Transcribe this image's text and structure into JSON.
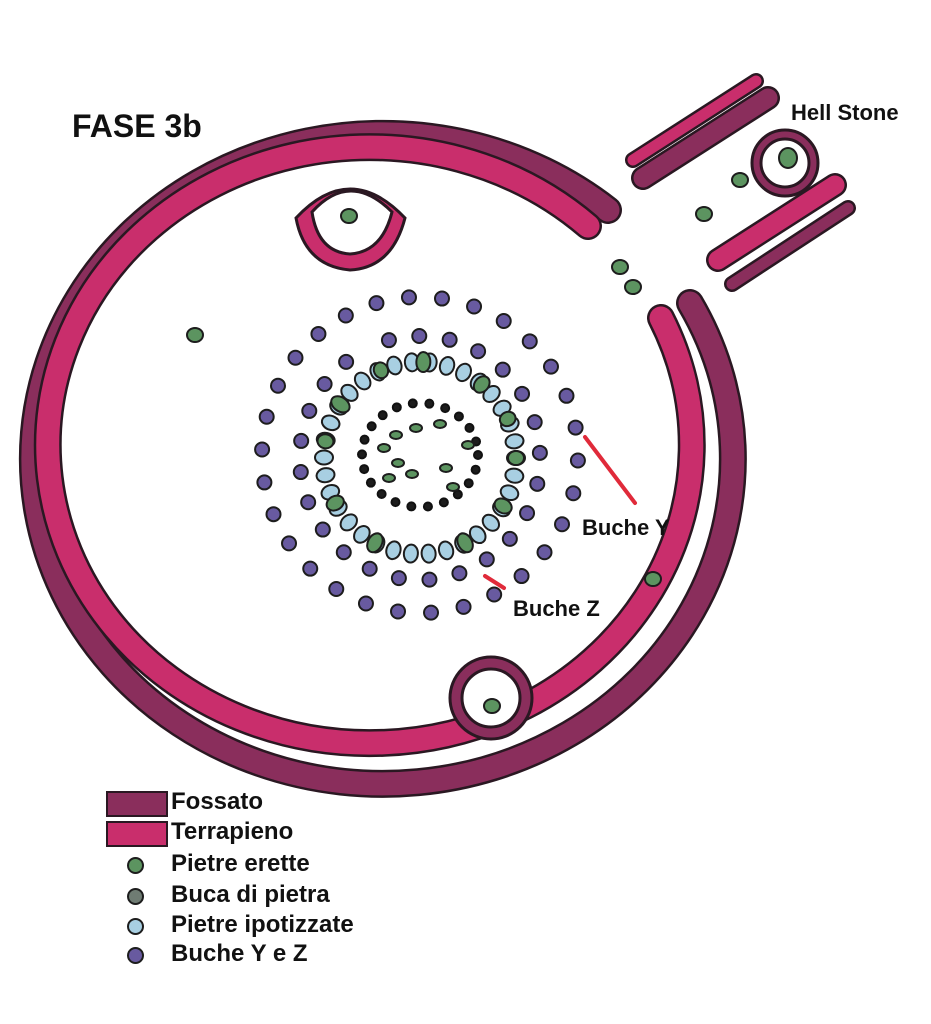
{
  "title": "FASE 3b",
  "labels": {
    "hell_stone": "Hell Stone",
    "buche_y": "Buche Y",
    "buche_z": "Buche Z"
  },
  "colors": {
    "fossato": "#8a2e5c",
    "terrapieno": "#c92e6c",
    "outline": "#2a1822",
    "pietre_erette": "#5c9460",
    "buca_di_pietra": "#6f7c73",
    "pietre_ipotizzate": "#a8cfe2",
    "buche_y_z": "#685aa0",
    "pointer": "#e02a3a"
  },
  "legend": [
    {
      "label": "Fossato",
      "swatch": "bar",
      "color": "#8a2e5c"
    },
    {
      "label": "Terrapieno",
      "swatch": "bar",
      "color": "#c92e6c"
    },
    {
      "label": "Pietre erette",
      "swatch": "dot",
      "color": "#5c9460"
    },
    {
      "label": "Buca di pietra",
      "swatch": "dot",
      "color": "#6f7c73"
    },
    {
      "label": "Pietre ipotizzate",
      "swatch": "dot",
      "color": "#a8cfe2"
    },
    {
      "label": "Buche Y e Z",
      "swatch": "dot",
      "color": "#685aa0"
    }
  ]
}
